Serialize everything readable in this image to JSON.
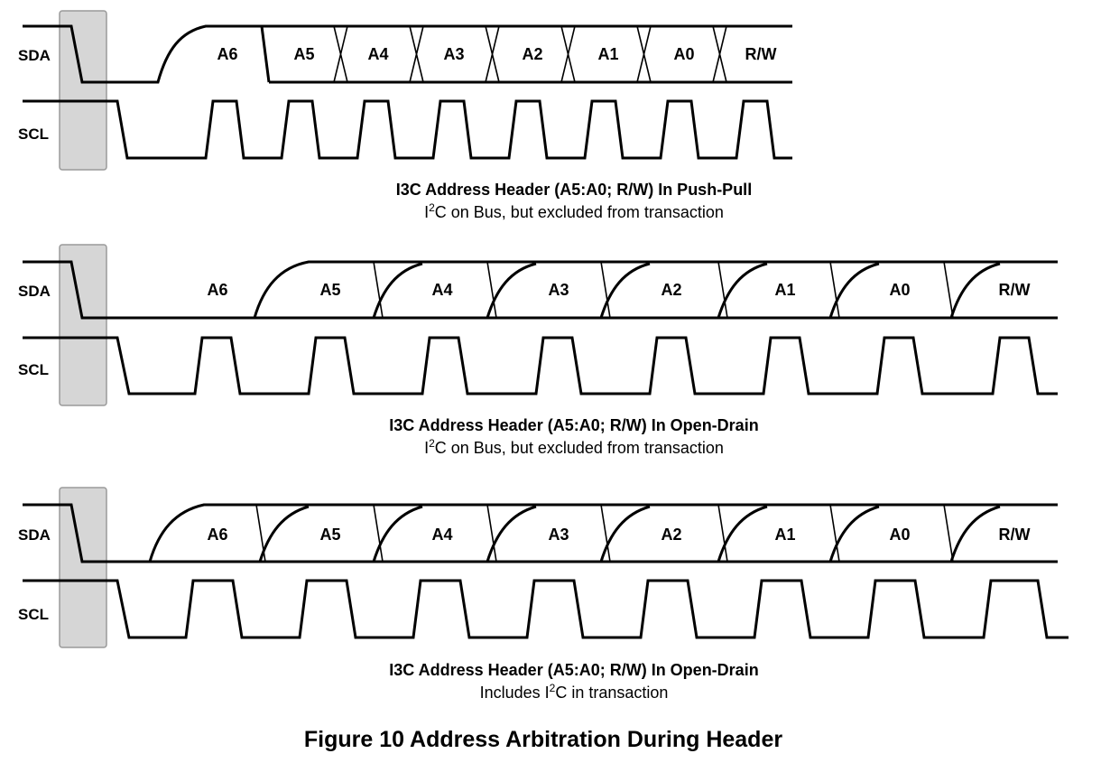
{
  "figure_title": "Figure 10 Address Arbitration During Header",
  "signals": {
    "sda": "SDA",
    "scl": "SCL"
  },
  "panels": [
    {
      "id": "push-pull",
      "bits": [
        "A6",
        "A5",
        "A4",
        "A3",
        "A2",
        "A1",
        "A0",
        "R/W"
      ],
      "caption_title": "I3C Address Header (A5:A0; R/W) In Push-Pull",
      "caption_sub_pre": "I",
      "caption_sub_sup": "2",
      "caption_sub_post": "C on Bus, but excluded from transaction"
    },
    {
      "id": "open-drain-excluded",
      "bits": [
        "A6",
        "A5",
        "A4",
        "A3",
        "A2",
        "A1",
        "A0",
        "R/W"
      ],
      "caption_title": "I3C Address Header (A5:A0; R/W) In Open-Drain",
      "caption_sub_pre": "I",
      "caption_sub_sup": "2",
      "caption_sub_post": "C on Bus, but excluded from transaction"
    },
    {
      "id": "open-drain-included",
      "bits": [
        "A6",
        "A5",
        "A4",
        "A3",
        "A2",
        "A1",
        "A0",
        "R/W"
      ],
      "caption_title": "I3C Address Header (A5:A0; R/W) In Open-Drain",
      "caption_sub_pre": "Includes I",
      "caption_sub_sup": "2",
      "caption_sub_post": "C in transaction"
    }
  ]
}
